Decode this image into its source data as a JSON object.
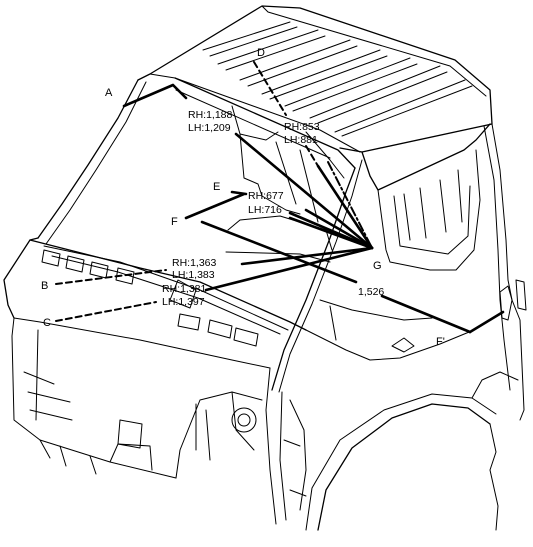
{
  "figure": {
    "points": {
      "A": "A",
      "B": "B",
      "C": "C",
      "D": "D",
      "E": "E",
      "F": "F",
      "F_prime": "F'",
      "G": "G"
    },
    "dimensions": {
      "ag_rh": "RH:1,188",
      "ag_lh": "LH:1,209",
      "dg_rh": "RH:853",
      "dg_lh": "LH:881",
      "eg_rh": "RH:677",
      "eg_lh": "LH:716",
      "bg_rh": "RH:1,363",
      "bg_lh": "LH:1,383",
      "cg_rh": "RH:1,381",
      "cg_lh": "LH:1,397",
      "ff_len": "1,526"
    }
  }
}
